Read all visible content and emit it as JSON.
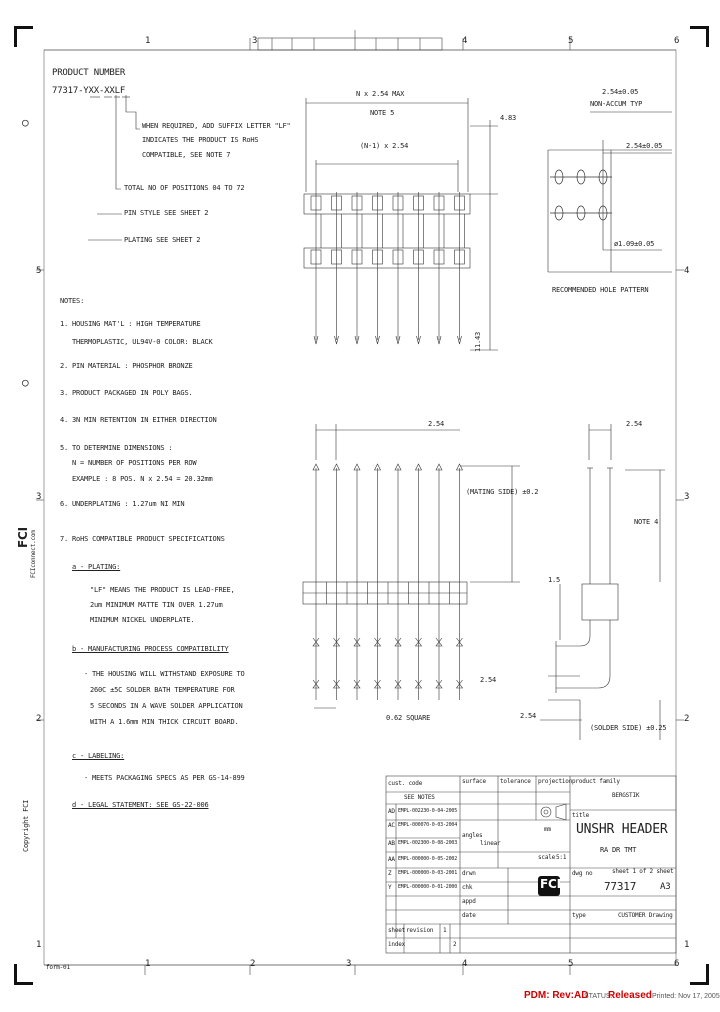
{
  "grid": {
    "columns_top": [
      "1",
      "3",
      "4",
      "5",
      "6"
    ],
    "columns_bottom": [
      "1",
      "2",
      "3",
      "4",
      "5",
      "6"
    ],
    "rows": [
      "5",
      "4",
      "3",
      "2",
      "1"
    ]
  },
  "part_number": {
    "heading": "PRODUCT NUMBER",
    "code": "77317-YXX-XXLF",
    "callouts": [
      "WHEN REQUIRED, ADD SUFFIX LETTER \"LF\"",
      "INDICATES THE PRODUCT IS RoHS",
      "COMPATIBLE, SEE NOTE 7",
      "TOTAL NO OF POSITIONS 04 TO 72",
      "PIN STYLE SEE SHEET 2",
      "PLATING SEE SHEET 2"
    ]
  },
  "notes": {
    "heading": "NOTES:",
    "items": [
      "1. HOUSING MAT'L : HIGH TEMPERATURE",
      "THERMOPLASTIC, UL94V-0 COLOR: BLACK",
      "2. PIN MATERIAL : PHOSPHOR BRONZE",
      "3. PRODUCT PACKAGED IN POLY BAGS.",
      "4. 3N MIN RETENTION IN EITHER DIRECTION",
      "5. TO DETERMINE DIMENSIONS :",
      "N = NUMBER OF POSITIONS PER ROW",
      "EXAMPLE : 8 POS. N x 2.54 = 20.32mm",
      "6. UNDERPLATING : 1.27um NI MIN",
      "7. RoHS COMPATIBLE PRODUCT SPECIFICATIONS",
      "a - PLATING:",
      "\"LF\" MEANS THE PRODUCT IS LEAD-FREE,",
      "2um MINIMUM MATTE TIN OVER 1.27um",
      "MINIMUM NICKEL UNDERPLATE.",
      "b - MANUFACTURING PROCESS COMPATIBILITY",
      "- THE HOUSING WILL WITHSTAND EXPOSURE TO",
      "260C ±5C SOLDER BATH TEMPERATURE FOR",
      "5 SECONDS IN A WAVE SOLDER APPLICATION",
      "WITH A 1.6mm MIN THICK CIRCUIT BOARD.",
      "c - LABELING:",
      "- MEETS PACKAGING SPECS AS PER GS-14-899",
      "d - LEGAL STATEMENT: SEE GS-22-006"
    ]
  },
  "dims": {
    "n_max": "N x 2.54 MAX",
    "note5": "NOTE 5",
    "n_minus_1": "(N-1) x 2.54",
    "d483": "4.83",
    "d1143": "11.43",
    "hole_spacing": "2.54±0.05",
    "non_accum": "NON-ACCUM TYP",
    "hole_spacing2": "2.54±0.05",
    "hole_dia": "ø1.09±0.05",
    "hole_caption": "RECOMMENDED HOLE PATTERN",
    "pitch_front": "2.54",
    "pitch_side": "2.54",
    "mating_side": "(MATING SIDE) ±0.2",
    "note4": "NOTE 4",
    "d15": "1.5",
    "d254a": "2.54",
    "d254b": "2.54",
    "square": "0.62 SQUARE",
    "solder_side": "(SOLDER SIDE) ±0.25"
  },
  "side_text": {
    "fci_site": "FCIconnect.com",
    "copyright": "Copyright FCI"
  },
  "title_block": {
    "cust_code": "cust. code",
    "see_notes": "SEE NOTES",
    "surface": "surface",
    "tolerance": "tolerance",
    "projection": "projection",
    "product_family": "product family",
    "family": "BERGSTIK",
    "title_label": "title",
    "title1": "UNSHR HEADER",
    "title2": "RA DR TMT",
    "dwg_no_label": "dwg no",
    "dwg_no": "77317",
    "size": "A3",
    "sheet": "sheet 1 of 2 sheet",
    "type_label": "type",
    "type_value": "CUSTOMER Drawing",
    "scale_label": "scale",
    "scale": "5:1",
    "units": "mm",
    "angles": "angles",
    "linear": "linear",
    "revisions": [
      {
        "rev": "AD",
        "eco": "EMPL-002230-0-04-2005"
      },
      {
        "rev": "AC",
        "eco": "EMPL-000070-0-03-2004"
      },
      {
        "rev": "AB",
        "eco": "EMPL-002300-0-08-2003"
      },
      {
        "rev": "AA",
        "eco": "EMPL-000000-0-05-2002"
      },
      {
        "rev": "Z",
        "eco": "EMPL-000000-0-03-2001"
      },
      {
        "rev": "Y",
        "eco": "EMPL-000000-0-01-2000"
      }
    ],
    "sign_rows": [
      "drwn",
      "chk",
      "appd",
      "date"
    ],
    "sheet_label": "sheet",
    "revision_label": "revision",
    "index_label": "index",
    "sheet1": "1",
    "sheet2": "2"
  },
  "footer": {
    "pdm_label": "PDM: Rev:AD",
    "status_label": "STATUS:",
    "status_value": "Released",
    "printed": "Printed: Nov 17, 2005",
    "form": "form-01"
  }
}
